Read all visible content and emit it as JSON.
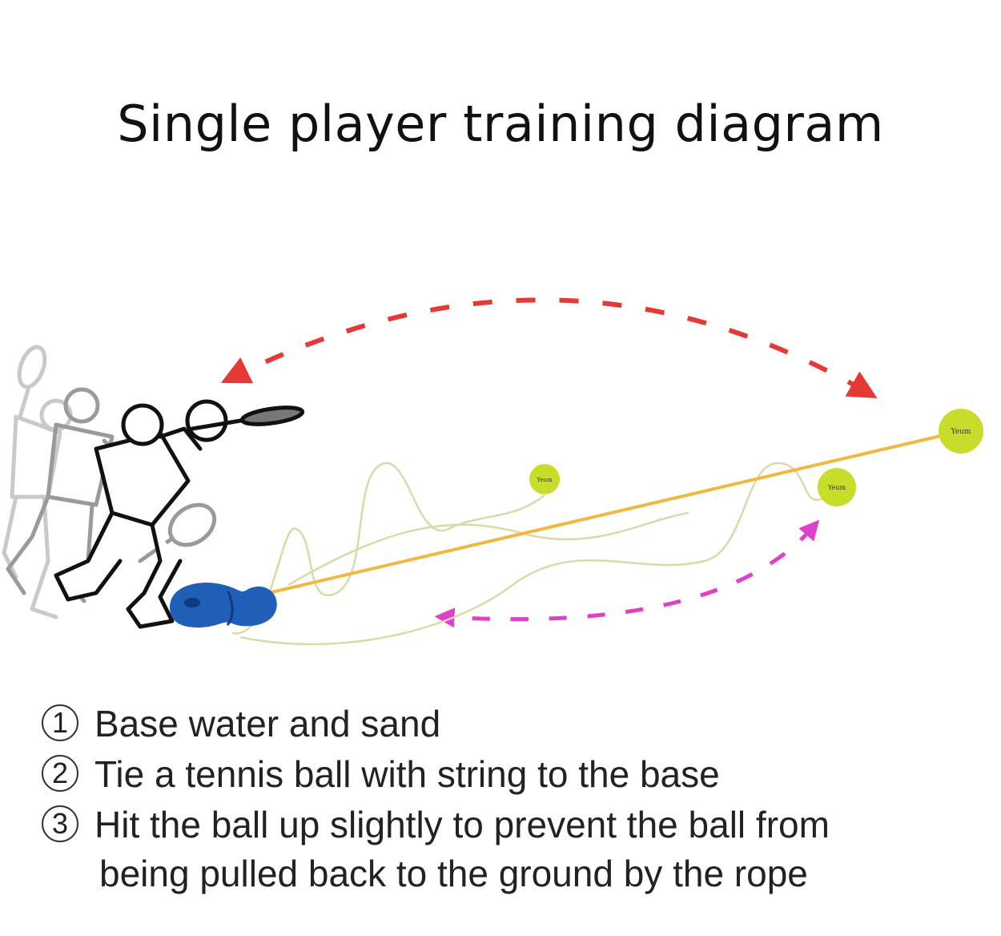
{
  "title": "Single player training diagram",
  "ball_brand": "Yeum",
  "colors": {
    "forward_arrow": "#e53935",
    "return_arrow": "#e040c8",
    "rope": "#f0b840",
    "string": "#dcd9a8",
    "ball": "#c8dc2a",
    "base": "#1f5fb8"
  },
  "steps": [
    {
      "number": "1",
      "text": "Base water and sand"
    },
    {
      "number": "2",
      "text": "Tie a tennis ball with string to the base"
    },
    {
      "number": "3",
      "text": "Hit the ball up slightly to prevent the ball from",
      "continuation": "being pulled back to the ground by the rope"
    }
  ]
}
